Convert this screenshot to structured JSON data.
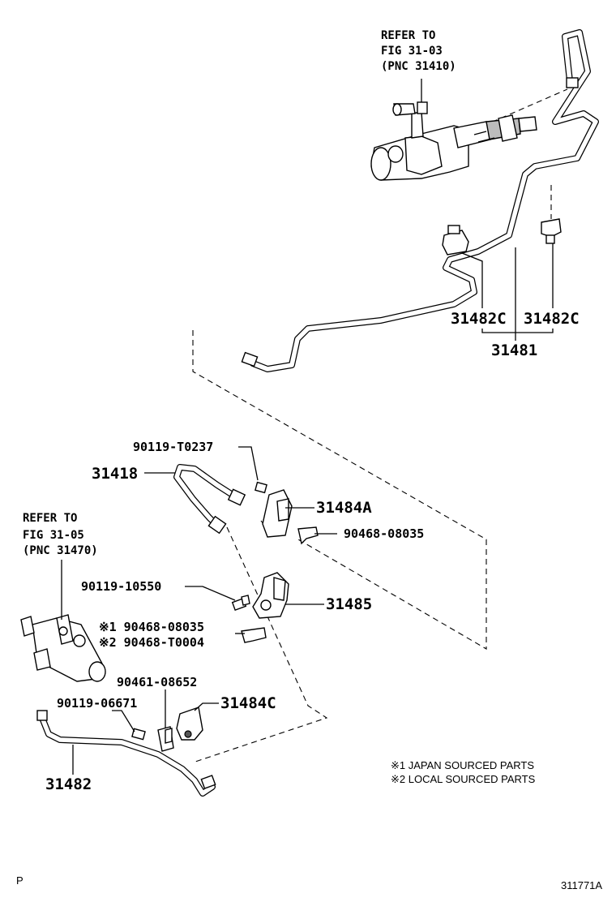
{
  "refs": {
    "top": [
      "REFER TO",
      "FIG 31-03",
      "(PNC 31410)"
    ],
    "left": [
      "REFER TO",
      "FIG 31-05",
      "(PNC 31470)"
    ]
  },
  "parts": {
    "p31482C_a": "31482C",
    "p31482C_b": "31482C",
    "p31481": "31481",
    "p90119_T0237": "90119-T0237",
    "p31418": "31418",
    "p31484A": "31484A",
    "p90468_08035": "90468-08035",
    "p90119_10550": "90119-10550",
    "p31485": "31485",
    "p90468_08035_jp": "※1 90468-08035",
    "p90468_T0004": "※2 90468-T0004",
    "p90461_08652": "90461-08652",
    "p90119_06671": "90119-06671",
    "p31484C": "31484C",
    "p31482": "31482"
  },
  "notes": [
    "※1 JAPAN SOURCED PARTS",
    "※2 LOCAL SOURCED PARTS"
  ],
  "footer": {
    "left": "P",
    "right": "311771A"
  }
}
